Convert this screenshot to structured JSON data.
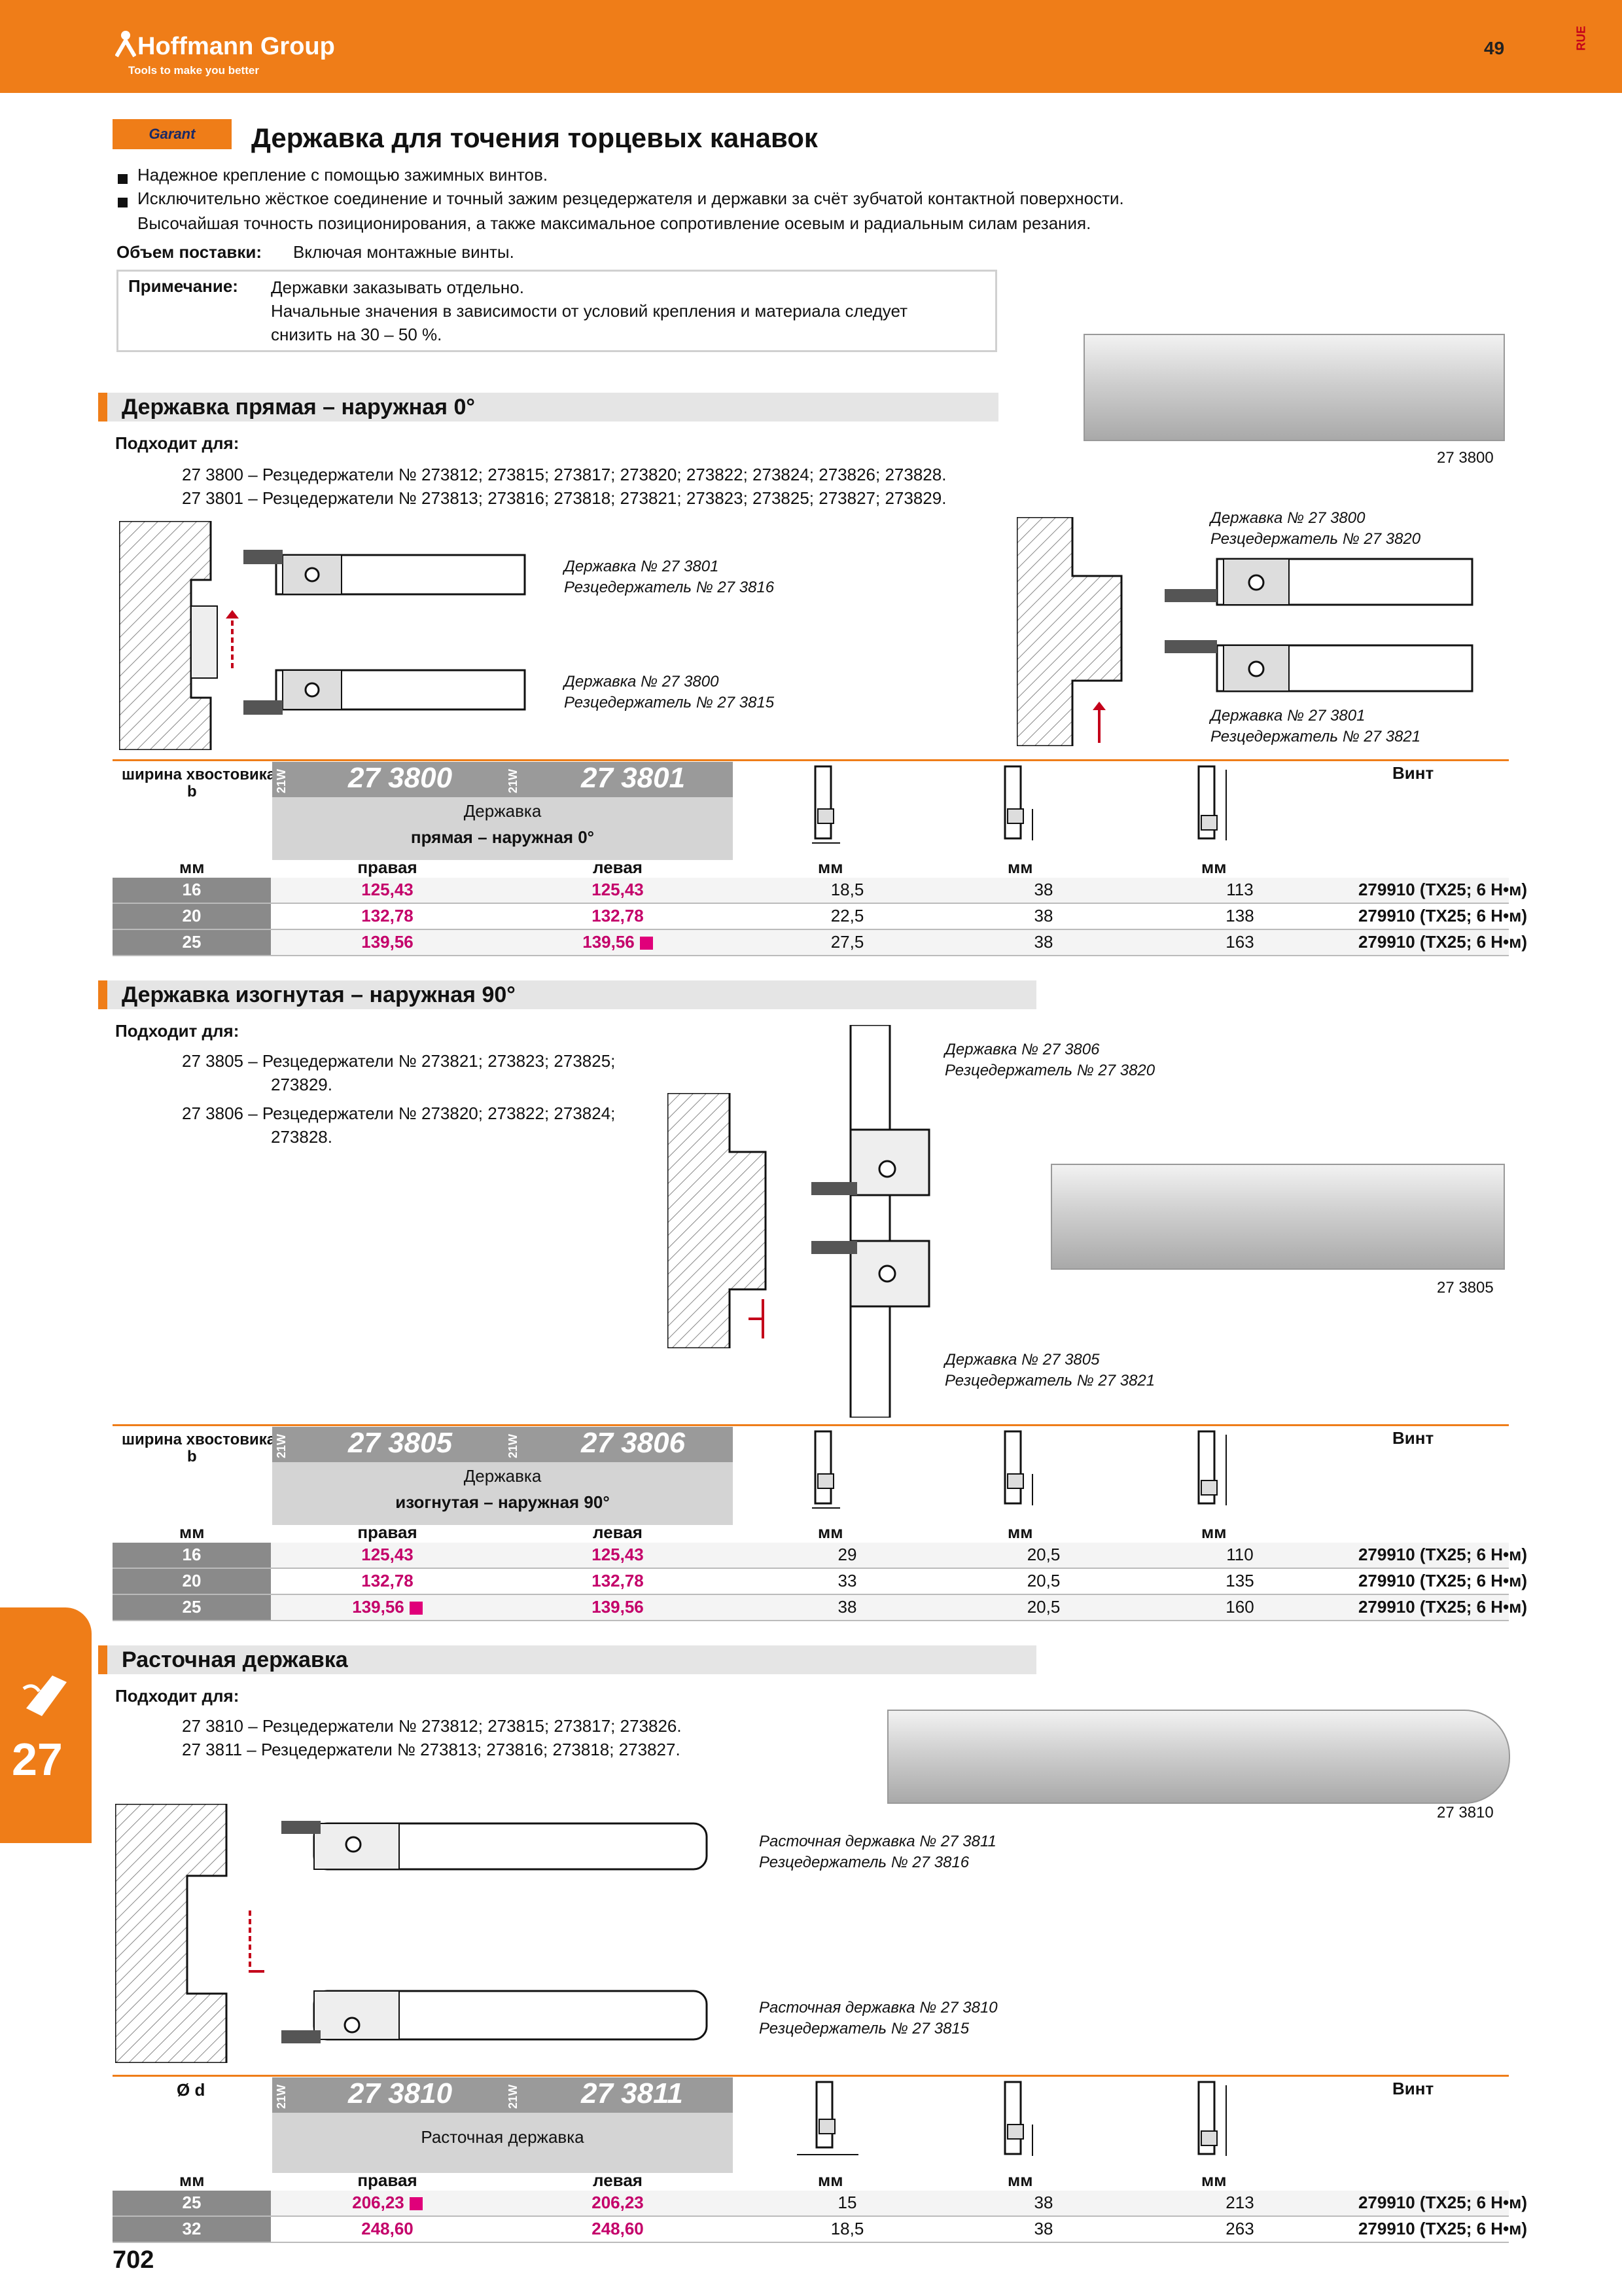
{
  "header": {
    "brand": "Hoffmann Group",
    "tagline": "Tools to make you better",
    "page_num_top": "49",
    "lang": "RUE"
  },
  "page_title": "Державка для точения торцевых канавок",
  "badge": "Garant",
  "intro": {
    "bullets": [
      "Надежное крепление с помощью зажимных винтов.",
      "Исключительно жёсткое соединение и точный зажим резцедержателя и державки за счёт зубчатой контактной поверхности.",
      "Высочайшая точность позиционирования, а также максимальное сопротивление осевым и радиальным силам резания."
    ],
    "supply_label": "Объем поставки:",
    "supply_value": "Включая монтажные винты.",
    "note_label": "Примечание:",
    "note_lines": [
      "Державки заказывать отдельно.",
      "Начальные значения в зависимости от условий крепления и материала следует",
      "снизить на 30 – 50 %."
    ]
  },
  "sections": [
    {
      "title": "Державка прямая – наружная 0°",
      "fits_label": "Подходит для:",
      "fits": [
        "27 3800 – Резцедержатели № 273812; 273815; 273817; 273820; 273822; 273824; 273826; 273828.",
        "27 3801 – Резцедержатели № 273813; 273816; 273818; 273821; 273823; 273825; 273827; 273829."
      ],
      "photo_label": "27 3800",
      "captions": [
        "Державка № 27 3801",
        "Резцедержатель № 27 3816",
        "Державка № 27 3800",
        "Резцедержатель № 27 3815",
        "Державка № 27 3800",
        "Резцедержатель № 27 3820",
        "Державка № 27 3801",
        "Резцедержатель № 27 3821"
      ],
      "table": {
        "col0": "ширина хвостовика",
        "col0b": "b",
        "code": "21W",
        "p1": "27 3800",
        "p2": "27 3801",
        "group": "Державка",
        "sub": "прямая – наружная 0°",
        "right": "правая",
        "left": "левая",
        "unit": "мм",
        "screw": "Винт",
        "rows": [
          [
            "16",
            "125,43",
            "125,43",
            "18,5",
            "38",
            "113",
            "279910 (TX25; 6 Н•м)"
          ],
          [
            "20",
            "132,78",
            "132,78",
            "22,5",
            "38",
            "138",
            "279910 (TX25; 6 Н•м)"
          ],
          [
            "25",
            "139,56",
            "139,56",
            "27,5",
            "38",
            "163",
            "279910 (TX25; 6 Н•м)"
          ]
        ]
      }
    },
    {
      "title": "Державка изогнутая – наружная 90°",
      "fits_label": "Подходит для:",
      "fits": [
        "27 3805 – Резцедержатели № 273821; 273823; 273825;",
        "273829.",
        "27 3806 – Резцедержатели № 273820; 273822; 273824;",
        "273828."
      ],
      "photo_label": "27 3805",
      "captions": [
        "Державка № 27 3806",
        "Резцедержатель № 27 3820",
        "Державка № 27 3805",
        "Резцедержатель № 27 3821"
      ],
      "table": {
        "col0": "ширина хвостовика",
        "col0b": "b",
        "code": "21W",
        "p1": "27 3805",
        "p2": "27 3806",
        "group": "Державка",
        "sub": "изогнутая – наружная 90°",
        "right": "правая",
        "left": "левая",
        "unit": "мм",
        "screw": "Винт",
        "rows": [
          [
            "16",
            "125,43",
            "125,43",
            "29",
            "20,5",
            "110",
            "279910 (TX25; 6 Н•м)"
          ],
          [
            "20",
            "132,78",
            "132,78",
            "33",
            "20,5",
            "135",
            "279910 (TX25; 6 Н•м)"
          ],
          [
            "25",
            "139,56",
            "139,56",
            "38",
            "20,5",
            "160",
            "279910 (TX25; 6 Н•м)"
          ]
        ]
      }
    },
    {
      "title": "Расточная державка",
      "fits_label": "Подходит для:",
      "fits": [
        "27 3810 – Резцедержатели № 273812; 273815; 273817; 273826.",
        "27 3811 – Резцедержатели № 273813; 273816; 273818; 273827."
      ],
      "photo_label": "27 3810",
      "captions": [
        "Расточная державка № 27 3811",
        "Резцедержатель № 27 3816",
        "Расточная державка № 27 3810",
        "Резцедержатель № 27 3815"
      ],
      "table": {
        "col0": "Ø d",
        "col0b": "",
        "code": "21W",
        "p1": "27 3810",
        "p2": "27 3811",
        "group": "Расточная державка",
        "sub": "",
        "right": "правая",
        "left": "левая",
        "unit": "мм",
        "screw": "Винт",
        "rows": [
          [
            "25",
            "206,23",
            "206,23",
            "15",
            "38",
            "213",
            "279910 (TX25; 6 Н•м)"
          ],
          [
            "32",
            "248,60",
            "248,60",
            "18,5",
            "38",
            "263",
            "279910 (TX25; 6 Н•м)"
          ]
        ]
      }
    }
  ],
  "side_tab": "27",
  "page_num_bottom": "702"
}
